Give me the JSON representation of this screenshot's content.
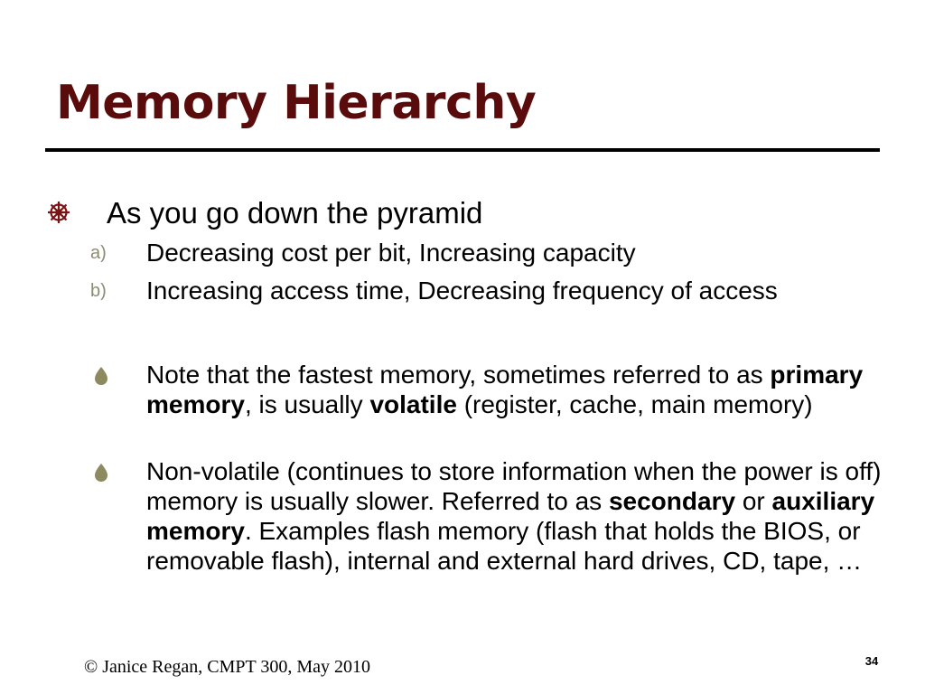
{
  "colors": {
    "title": "#5a0b0b",
    "accent": "#7a1414",
    "letter_mark": "#8c8c70",
    "leaf_mark": "#8c8a5e"
  },
  "slide": {
    "title": "Memory Hierarchy",
    "bullet1": {
      "icon": "dharma-wheel-icon",
      "text": "As you go down the pyramid"
    },
    "items": [
      {
        "mark": "a)",
        "text": "Decreasing cost per bit, Increasing capacity"
      },
      {
        "mark": "b)",
        "text": "Increasing access time, Decreasing frequency of access"
      }
    ],
    "notes": [
      {
        "icon": "leaf-icon",
        "t1": "Note that the fastest memory, sometimes referred to as ",
        "b1": "primary memory",
        "t2": ", is usually ",
        "b2": "volatile",
        "t3": " (register, cache, main memory)"
      },
      {
        "icon": "leaf-icon",
        "t1": "Non-volatile (continues to store information when the power is off) memory is usually slower. Referred to as ",
        "b1": "secondary",
        "t2": " or ",
        "b2": "auxiliary memory",
        "t3": ". Examples flash memory (flash that holds the BIOS, or removable flash), internal and external hard drives, CD, tape, …"
      }
    ]
  },
  "footer": {
    "copyright": "© Janice Regan, CMPT 300, May 2010",
    "page_number": "34"
  }
}
